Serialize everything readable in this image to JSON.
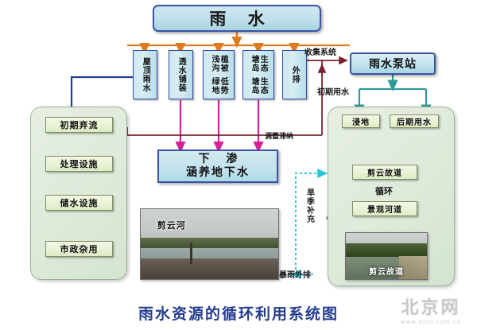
{
  "diagram": {
    "caption": "雨水资源的循环利用系统图",
    "title_box": "雨  水",
    "pump_station": "雨水泵站",
    "infiltration": {
      "line1": "下 渗",
      "line2": "涵养地下水"
    },
    "sources": [
      {
        "name": "rooftop-rainwater",
        "label": "屋顶雨水"
      },
      {
        "name": "permeable-pavement",
        "label": "透水铺装"
      },
      {
        "name": "sunken-green-swale",
        "col_right": "低势绿地",
        "col_left": "植被浅沟"
      },
      {
        "name": "eco-pond-island",
        "col_right": "生态塘岛",
        "col_left": "生态塘岛"
      },
      {
        "name": "external-discharge",
        "label": "外排"
      }
    ],
    "left_panel": {
      "steps": [
        {
          "name": "initial-runoff-discard",
          "label": "初期弃流"
        },
        {
          "name": "treatment-facility",
          "label": "处理设施"
        },
        {
          "name": "water-storage-facility",
          "label": "储水设施"
        },
        {
          "name": "municipal-misc-use",
          "label": "市政杂用"
        }
      ]
    },
    "right_panel": {
      "wetland": "浸地",
      "late_use": "后期用水",
      "old_course": "剪云故道",
      "landscape_channel": "景观河道",
      "cycle": "循环"
    },
    "labels": {
      "collection_system": "收集系统",
      "early_water_use": "初期用水",
      "regulate_storage": "调蓄滞纳",
      "dry_season_supplement": "旱季补充",
      "storm_discharge": "暴雨外排"
    },
    "photos": {
      "center_label": "剪云河",
      "right_label": "剪云故道"
    },
    "watermark": {
      "main": "北京网",
      "sub": "www.bjcn.com.cn"
    },
    "colors": {
      "blue_border": "#3a53a4",
      "orange_arrow": "#e07a1f",
      "magenta_arrow": "#d6219a",
      "navy_arrow": "#1f3f8f",
      "maroon_arrow": "#7b2230",
      "teal_arrow": "#2f9a9a",
      "caption_blue": "#243c8f"
    }
  }
}
